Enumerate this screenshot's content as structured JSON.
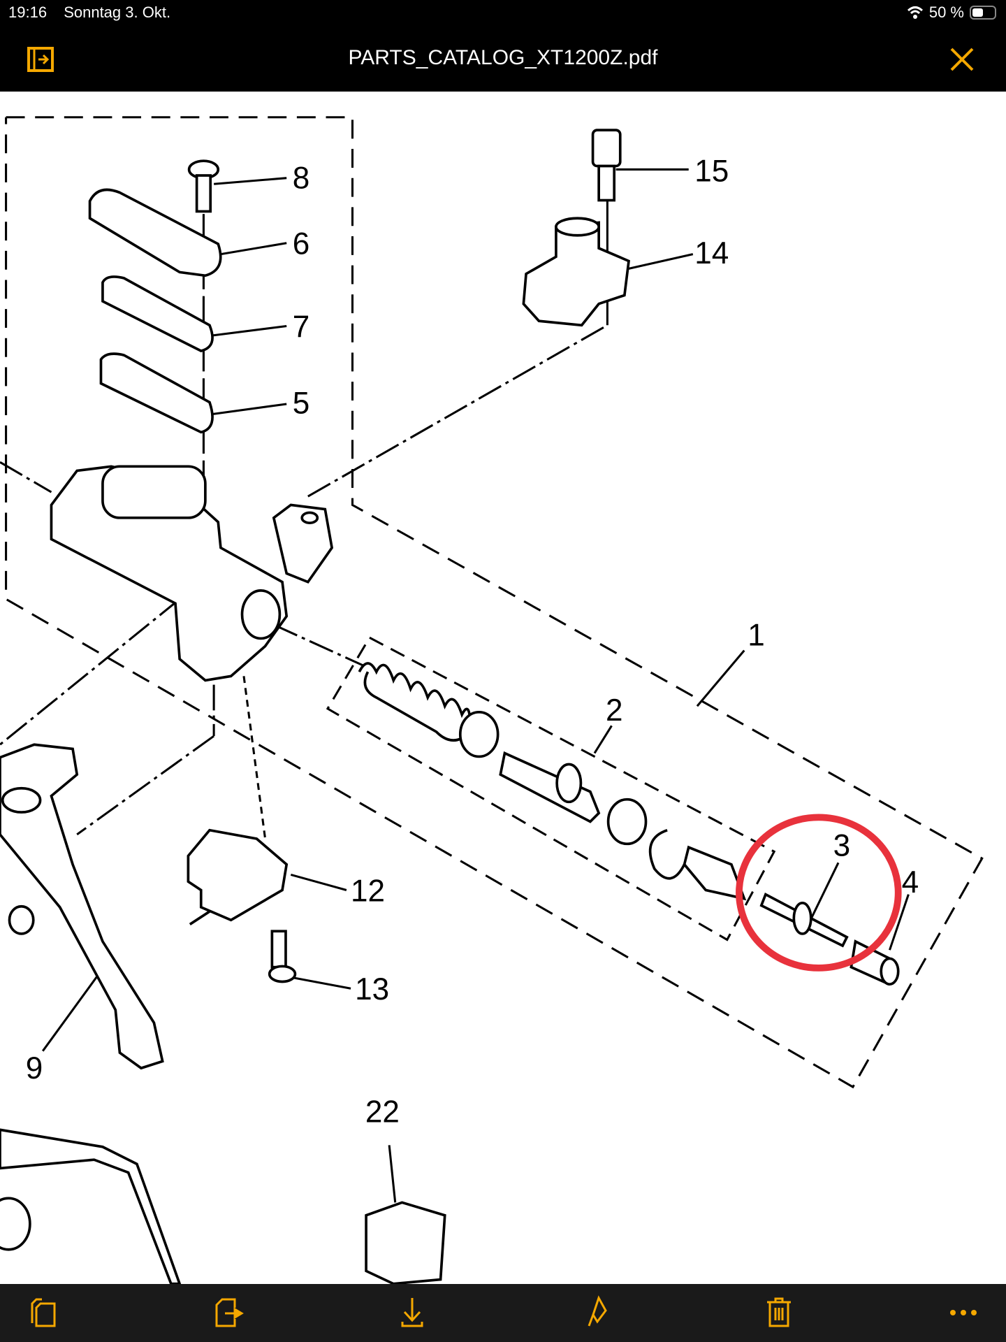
{
  "status_bar": {
    "time": "19:16",
    "date": "Sonntag 3. Okt.",
    "battery": "50 %",
    "battery_level": 0.5
  },
  "nav": {
    "title": "PARTS_CATALOG_XT1200Z.pdf",
    "left_icon": "sidebar-toggle-icon",
    "right_icon": "close-icon"
  },
  "diagram": {
    "labels": {
      "p1": "1",
      "p2": "2",
      "p3": "3",
      "p4": "4",
      "p5": "5",
      "p6": "6",
      "p7": "7",
      "p8": "8",
      "p9": "9",
      "p12": "12",
      "p13": "13",
      "p14": "14",
      "p15": "15",
      "p22": "22"
    },
    "highlight_color": "#e8323c"
  },
  "toolbar": {
    "items": [
      "pages-icon",
      "export-icon",
      "download-icon",
      "annotate-icon",
      "trash-icon",
      "more-icon"
    ],
    "accent": "#f5a800"
  }
}
